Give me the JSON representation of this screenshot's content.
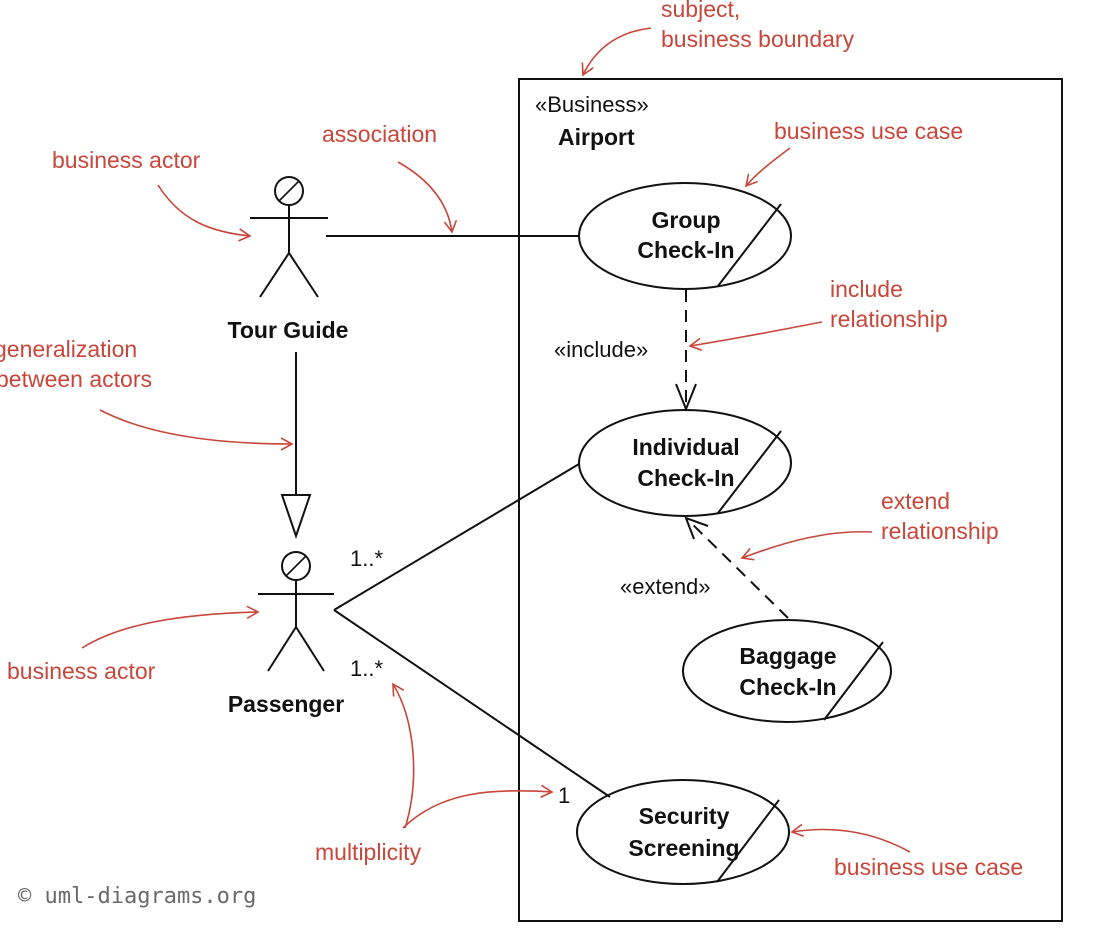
{
  "colors": {
    "ink": "#111111",
    "annotation": "#c8463a",
    "copyright": "#6a6a6a"
  },
  "boundary": {
    "stereotype": "«Business»",
    "name": "Airport"
  },
  "actors": {
    "tour_guide": "Tour Guide",
    "passenger": "Passenger"
  },
  "use_cases": {
    "group_checkin": [
      "Group",
      "Check-In"
    ],
    "individual_checkin": [
      "Individual",
      "Check-In"
    ],
    "baggage_checkin": [
      "Baggage",
      "Check-In"
    ],
    "security_screening": [
      "Security",
      "Screening"
    ]
  },
  "relations": {
    "include_label": "«include»",
    "extend_label": "«extend»",
    "mult_passenger_individual": "1..*",
    "mult_passenger_security": "1..*",
    "mult_security": "1"
  },
  "annotations": {
    "subject": [
      "subject,",
      "business boundary"
    ],
    "business_actor_top": "business actor",
    "association": "association",
    "business_use_case_top": "business use case",
    "include_relationship": [
      "include",
      "relationship"
    ],
    "generalization": [
      "generalization",
      "between actors"
    ],
    "extend_relationship": [
      "extend",
      "relationship"
    ],
    "business_actor_bottom": "business actor",
    "multiplicity": "multiplicity",
    "business_use_case_bottom": "business use case"
  },
  "copyright": "© uml-diagrams.org"
}
